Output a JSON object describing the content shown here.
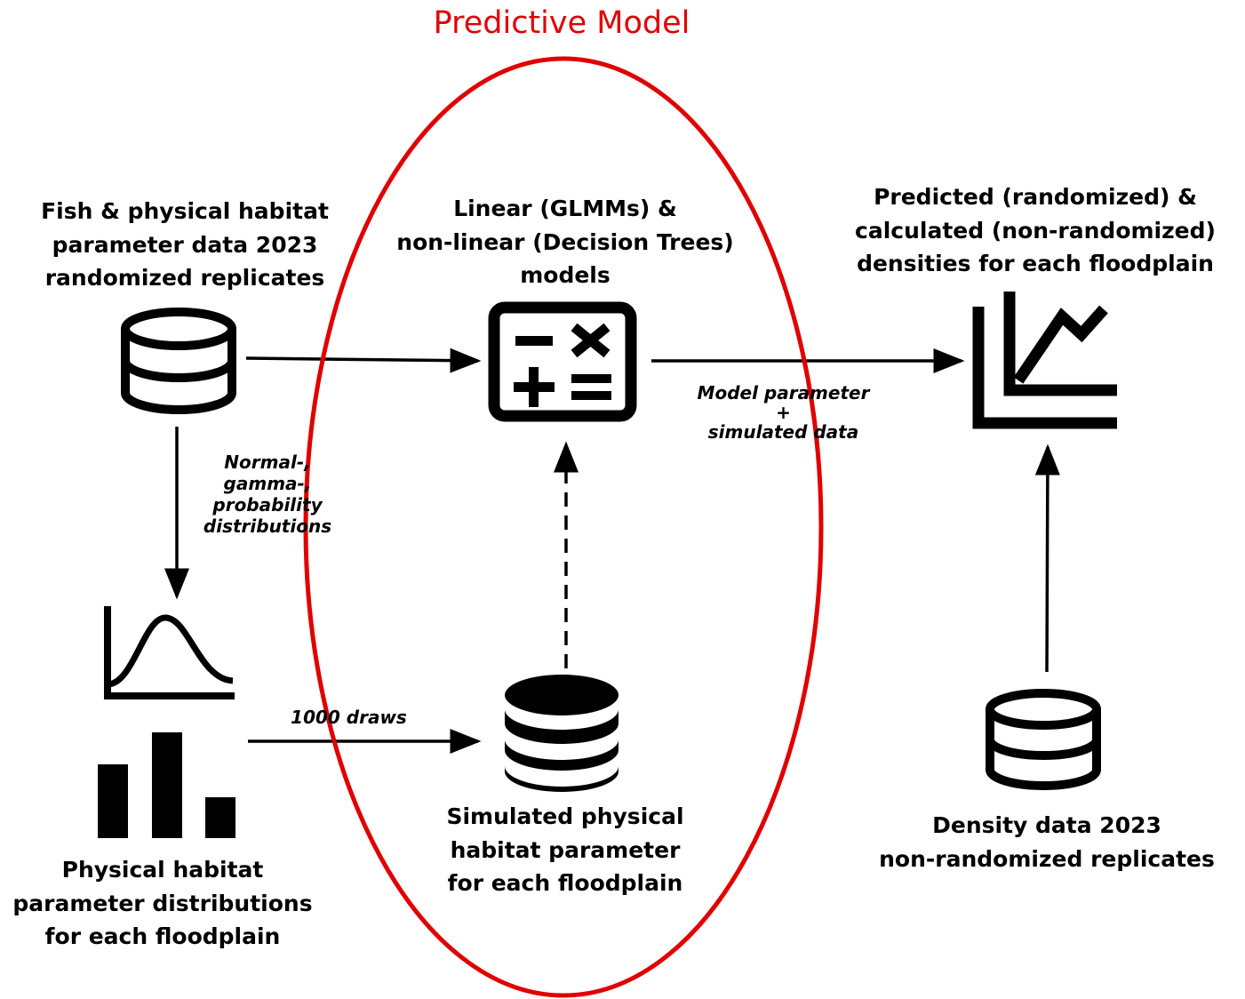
{
  "title": {
    "text": "Predictive Model",
    "color": "#e00000"
  },
  "nodes": {
    "fish_data": {
      "lines": [
        "Fish & physical habitat",
        "parameter data 2023",
        "randomized replicates"
      ],
      "icon": "database-icon"
    },
    "models": {
      "lines": [
        "Linear (GLMMs) &",
        "non-linear (Decision Trees)",
        "models"
      ],
      "icon": "calculator-icon"
    },
    "predicted": {
      "lines": [
        "Predicted (randomized) &",
        "calculated (non-randomized)",
        "densities for each floodplain"
      ],
      "icon": "line-chart-icon"
    },
    "distributions": {
      "lines": [
        "Physical habitat",
        "parameter distributions",
        "for each floodplain"
      ],
      "icons": [
        "bell-curve-icon",
        "bar-chart-icon"
      ]
    },
    "simulated": {
      "lines": [
        "Simulated physical",
        "habitat parameter",
        "for each floodplain"
      ],
      "icon": "database-icon"
    },
    "density": {
      "lines": [
        "Density data 2023",
        "non-randomized replicates"
      ],
      "icon": "database-icon"
    }
  },
  "edge_labels": {
    "distributions": [
      "Normal-,",
      "gamma-,",
      "probability",
      "distributions"
    ],
    "draws": [
      "1000 draws"
    ],
    "model_parameter": [
      "Model parameter",
      "+",
      "simulated data"
    ]
  }
}
